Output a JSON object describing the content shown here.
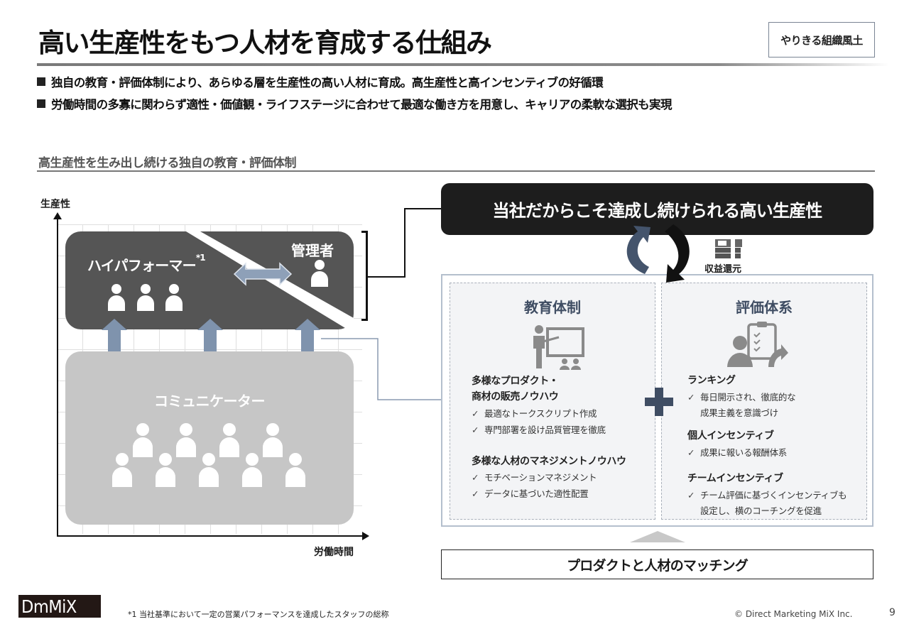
{
  "header": {
    "title": "高い生産性をもつ人材を育成する仕組み",
    "tag": "やりきる組織風土"
  },
  "bullets": [
    "独自の教育・評価体制により、あらゆる層を生産性の高い人材に育成。高生産性と高インセンティブの好循環",
    "労働時間の多寡に関わらず適性・価値観・ライフステージに合わせて最適な働き方を用意し、キャリアの柔軟な選択も実現"
  ],
  "section_heading": "高生産性を生み出し続ける独自の教育・評価体制",
  "diagram": {
    "y_axis_label": "生産性",
    "x_axis_label": "労働時間",
    "high_performer": {
      "label": "ハイパフォーマー",
      "footnote_mark": "*1",
      "people_count": 3
    },
    "manager": {
      "label": "管理者",
      "people_count": 1
    },
    "communicator": {
      "label": "コミュニケーター",
      "people_count": 9
    }
  },
  "banner": "当社だからこそ達成し続けられる高い生産性",
  "cycle": {
    "money_icon": "money-stack-icon",
    "label": "収益還元"
  },
  "education": {
    "title": "教育体制",
    "icon": "teacher-board-icon",
    "groups": [
      {
        "heading_lines": [
          "多様なプロダクト・",
          "商材の販売ノウハウ"
        ],
        "items": [
          "最適なトークスクリプト作成",
          "専門部署を設け品質管理を徹底"
        ]
      },
      {
        "heading_lines": [
          "多様な人材のマネジメントノウハウ"
        ],
        "items": [
          "モチベーションマネジメント",
          "データに基づいた適性配置"
        ]
      }
    ]
  },
  "evaluation": {
    "title": "評価体系",
    "icon": "evaluation-clipboard-icon",
    "groups": [
      {
        "heading": "ランキング",
        "items": [
          [
            "毎日開示され、徹底的な",
            "成果主義を意識づけ"
          ]
        ]
      },
      {
        "heading": "個人インセンティブ",
        "items": [
          [
            "成果に報いる報酬体系"
          ]
        ]
      },
      {
        "heading": "チームインセンティブ",
        "items": [
          [
            "チーム評価に基づくインセンティブも",
            "設定し、横のコーチングを促進"
          ]
        ]
      }
    ]
  },
  "check_mark": "✓",
  "matching": "プロダクトと人材のマッチング",
  "footer": {
    "logo": "DmMiX",
    "footnote": "*1  当社基準において一定の営業パフォーマンスを達成したスタッフの総称",
    "copyright": "© Direct Marketing MiX Inc.",
    "page": "9"
  },
  "colors": {
    "dark_box": "#555555",
    "light_box": "#c6c6c6",
    "arrow_blue": "#7f93ad",
    "navy": "#3f4d63",
    "banner": "#1d1d1d"
  }
}
